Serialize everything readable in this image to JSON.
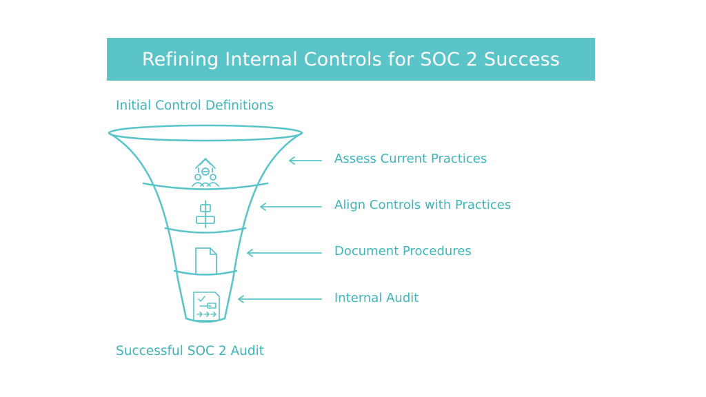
{
  "title": "Refining Internal Controls for SOC 2 Success",
  "top_label": "Initial Control Definitions",
  "bottom_label": "Successful SOC 2 Audit",
  "stages": [
    {
      "label": "Assess Current Practices",
      "icon": "team-growth-icon"
    },
    {
      "label": "Align Controls with Practices",
      "icon": "align-center-icon"
    },
    {
      "label": "Document Procedures",
      "icon": "document-icon"
    },
    {
      "label": "Internal Audit",
      "icon": "checklist-icon"
    }
  ],
  "colors": {
    "accent": "#5bc4c8",
    "text": "#3fb5b9",
    "background": "#ffffff"
  }
}
